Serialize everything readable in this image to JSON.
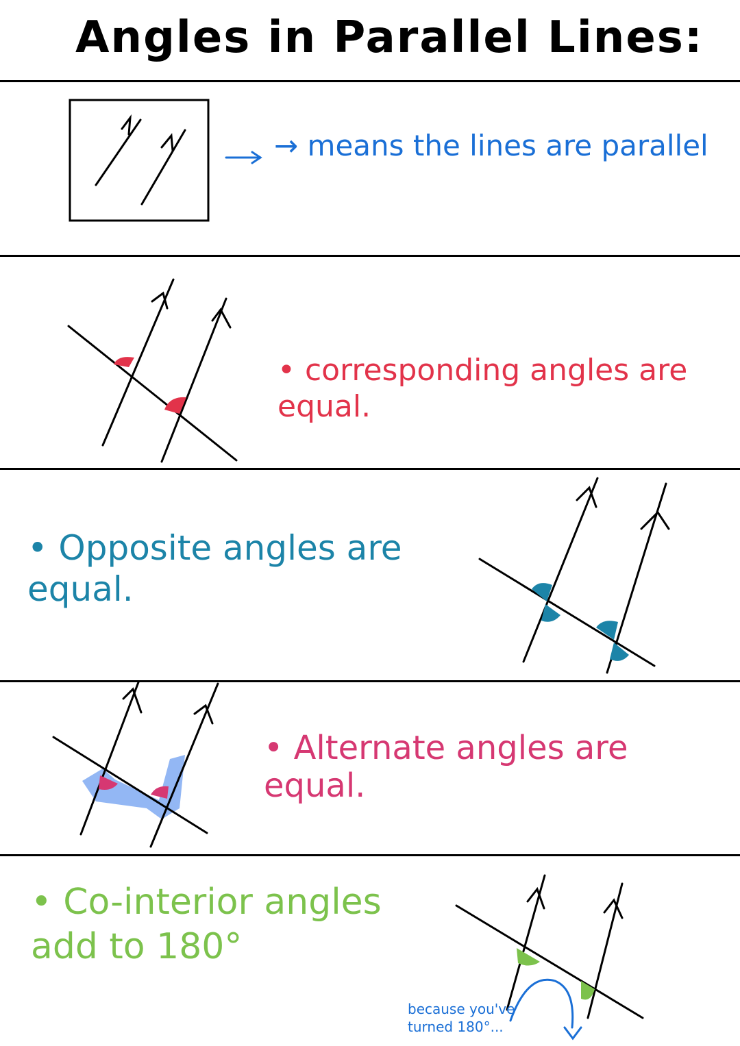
{
  "title": "Angles in Parallel Lines:",
  "sections": {
    "parallel_symbol": {
      "note": "→ means the lines are parallel"
    },
    "corresponding": {
      "text": "• corresponding angles are equal."
    },
    "opposite": {
      "text": "• Opposite angles are equal."
    },
    "alternate": {
      "text": "• Alternate angles are equal."
    },
    "co_interior": {
      "text": "• Co-interior angles add to 180°",
      "side_note": "because you've\nturned 180°..."
    }
  },
  "colors": {
    "ink": "#000000",
    "blue": "#1a6fd6",
    "red": "#e2334a",
    "teal": "#1c84a8",
    "pink": "#d63872",
    "green": "#7cc24c",
    "highlight": "#6f9ff0"
  }
}
